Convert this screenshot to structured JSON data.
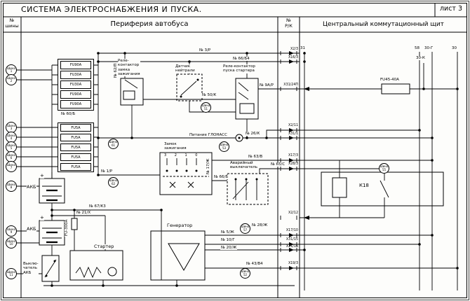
{
  "header": {
    "title": "СИСТЕМА ЭЛЕКТРОСНАБЖЕНИЯ И ПУСКА.",
    "sheet": "лист 3"
  },
  "columns": {
    "bus": "№\nшины",
    "periphery": "Периферия автобуса",
    "rk": "№\nР/К",
    "panel": "Центральный коммутационный щит"
  },
  "bus_tags": [
    "31",
    "58",
    "30-Г",
    "30",
    "30-К"
  ],
  "fuses_group1": [
    "FU90A",
    "FU30A",
    "FU30A",
    "FU90A",
    "FU90A"
  ],
  "fuses_group2": [
    "FU5A",
    "FU5A",
    "FU5A",
    "FU5A",
    "FU5A"
  ],
  "fuse_main": "FU-300A",
  "fuse_panel": "FU45-40A",
  "relay_panel": "К18",
  "components": {
    "ignition_relay": "Реле-\nконтактор\nзамка\nзажигания",
    "neutral_sensor": "Датчик\nнейтрали",
    "starter_relay": "Реле-контактор\nпуска стартера",
    "glonass": "Питание ГЛОНАСС",
    "ignition_lock": "Замок\nзажигания",
    "lock_positions": "3 2 1 0",
    "emergency_switch": "Аварийный\nвыключатель",
    "generator": "Генератор",
    "starter": "Стартер",
    "battery1": "АКБ",
    "battery2": "АКБ",
    "battery_plus1": "+",
    "battery_plus2": "+",
    "battery_switch": "Выклю-\nчатель\nАКБ"
  },
  "wire_labels": [
    "№ 3/Р",
    "№ 66/Б4",
    "№ 9А/Р",
    "№ 50/К",
    "№ 60/Б",
    "№ 62/П",
    "№ 26/К",
    "№ 63/В",
    "№ 65/С",
    "№ 1/Р",
    "№ 17/Ж",
    "№ 66/Б",
    "№ 67/К3",
    "№ 21/Х",
    "№ 28/Ж",
    "№ 5/Ж",
    "№ 10/Г",
    "№ 20/Ж",
    "№ 43/В4"
  ],
  "pins": [
    "Х2/3",
    "Х16/3",
    "Х31/24П",
    "Х2/11",
    "Х31/1",
    "Х17/3",
    "Х28/3",
    "Х2/12",
    "Х17/10",
    "Х31/15",
    "Х31/16",
    "Х19/3"
  ],
  "left_circles": [
    "Шина\n1",
    "Шина\n2",
    "Шина\n3",
    "Шина\n4",
    "Шина\n5",
    "Шина\n6",
    "Шина\n7",
    "Шина\n8",
    "Шина\n9",
    "Шина\n10",
    "Шина\n11"
  ],
  "inner_circles": [
    "Шина\n51",
    "Шина\n61",
    "Шина\n62",
    "Шина\n53",
    "Шина\n57",
    "Шина\n52",
    "Шина\n55"
  ]
}
